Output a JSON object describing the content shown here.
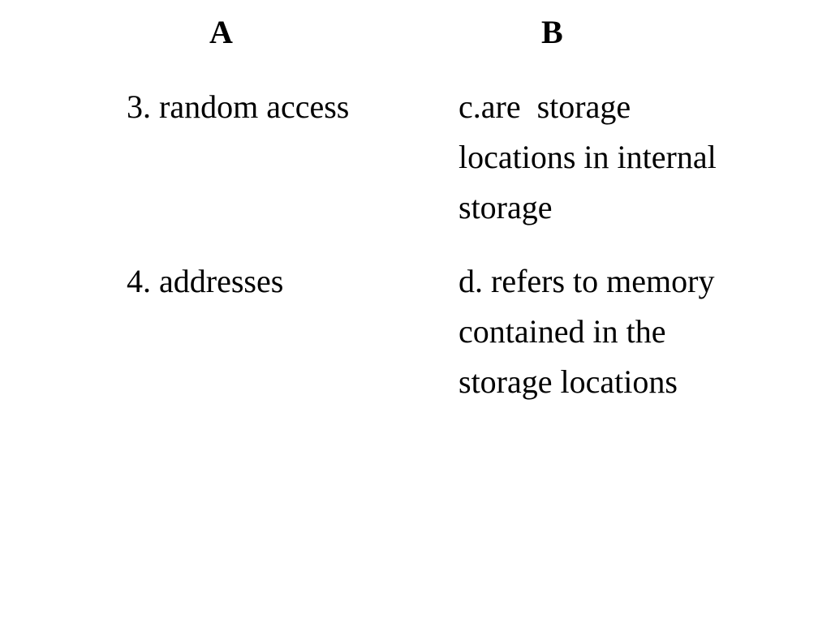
{
  "columns": {
    "a_header": "A",
    "b_header": "B"
  },
  "rows": [
    {
      "term": "3. random access",
      "definition": "c.are  storage\nlocations in internal\nstorage"
    },
    {
      "term": "4. addresses",
      "definition": "d. refers to memory\ncontained in the\nstorage locations"
    }
  ]
}
